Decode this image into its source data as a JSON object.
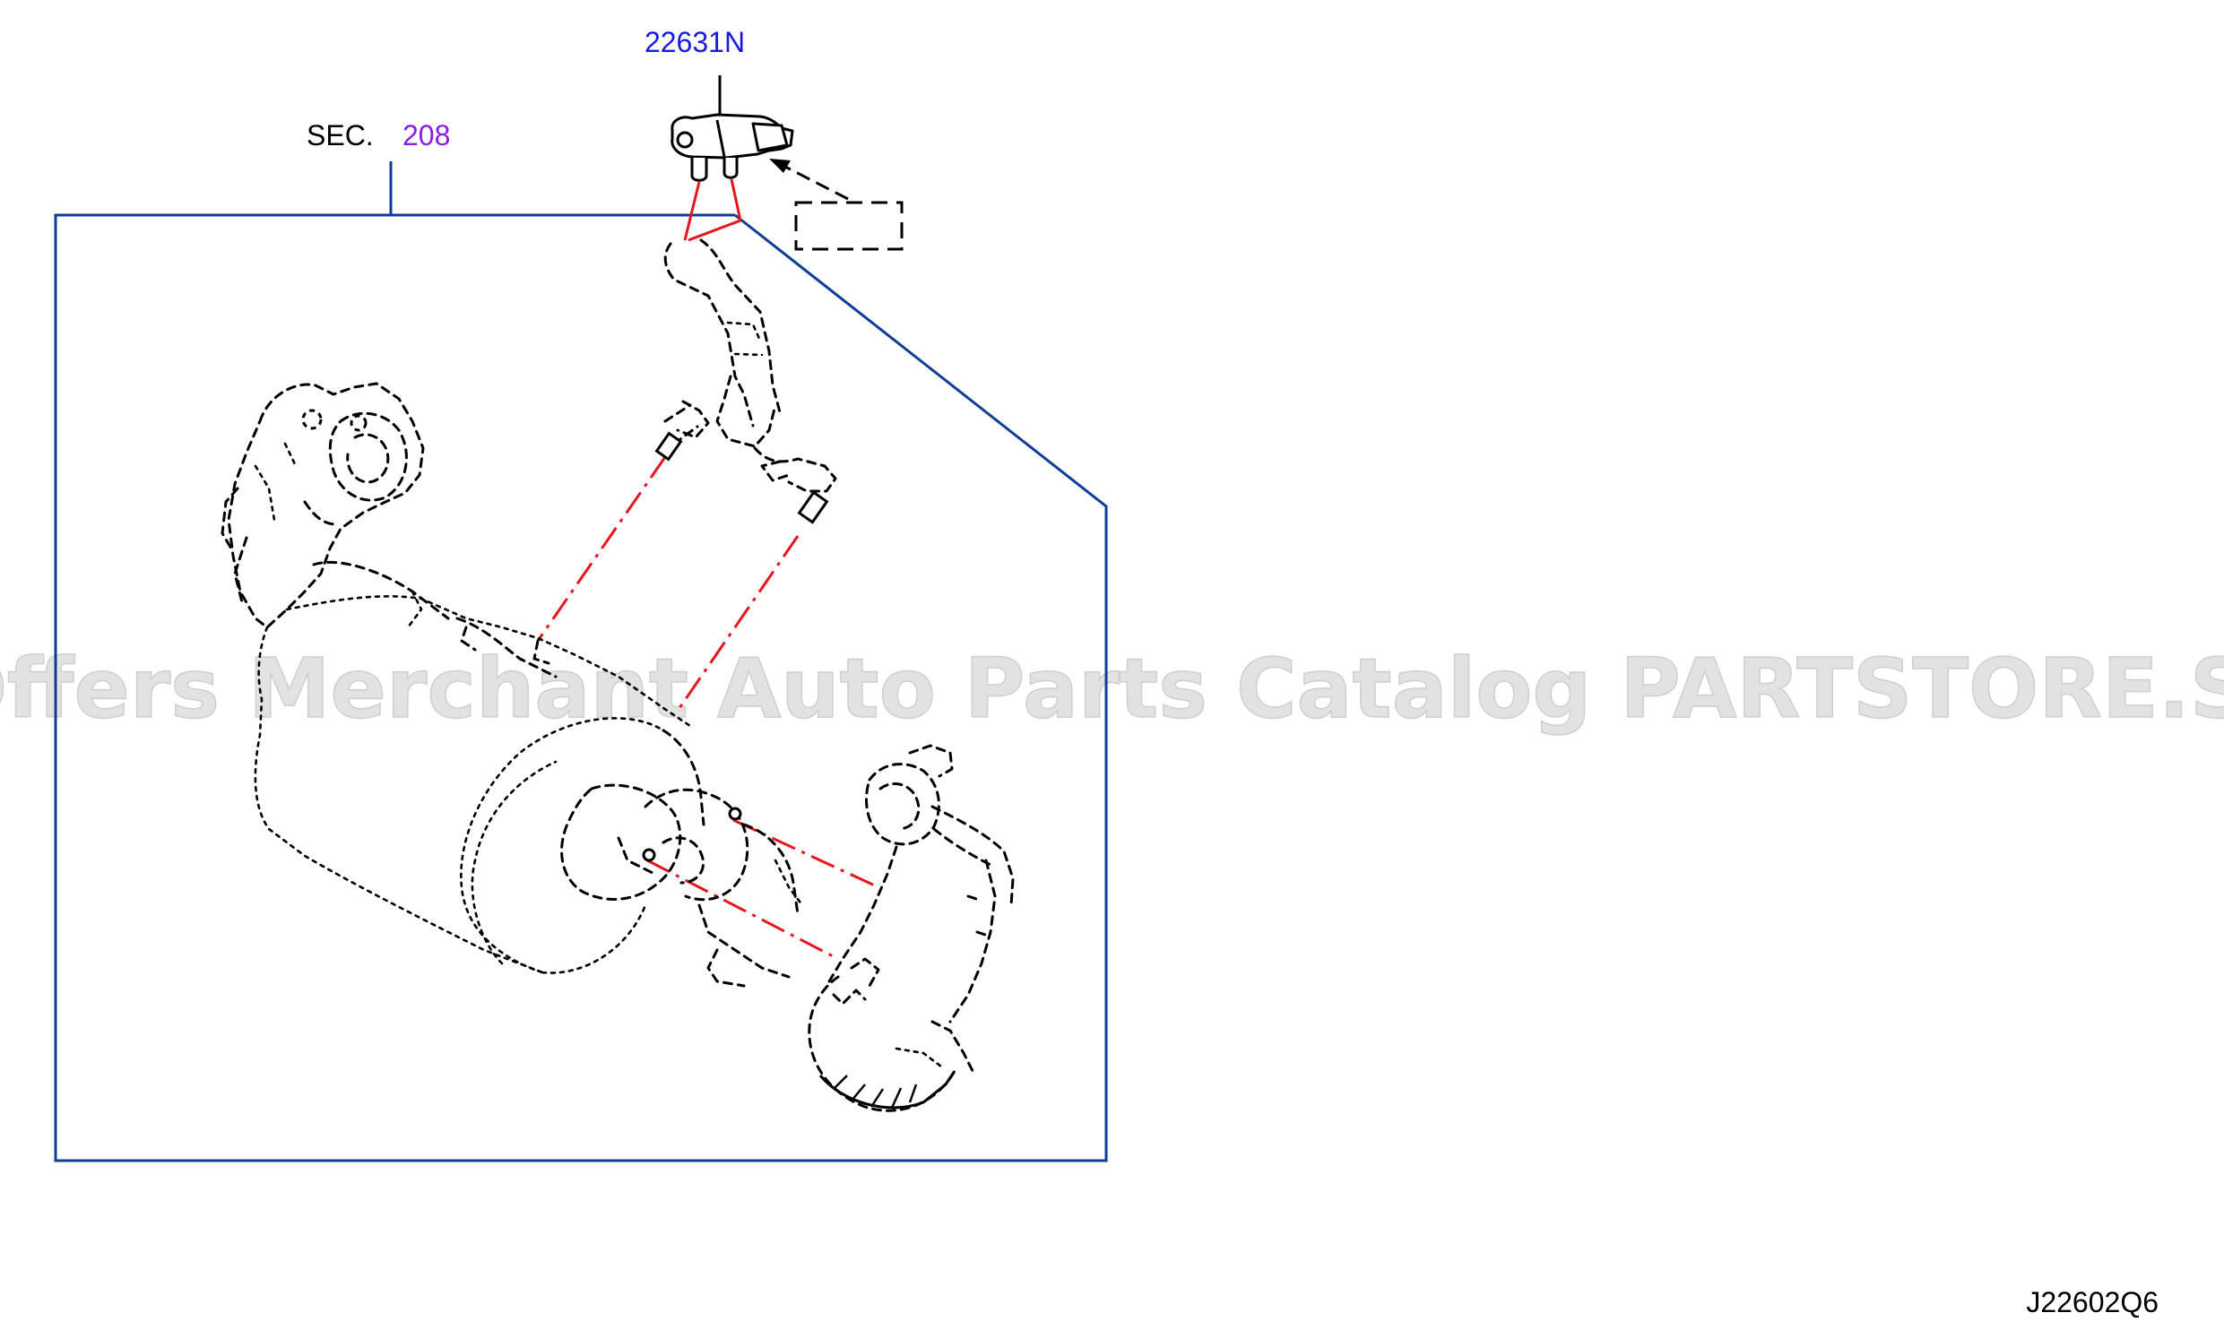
{
  "labels": {
    "part_number": "22631N",
    "section_prefix": "SEC.",
    "section_number": "208",
    "drawing_id": "J22602Q6"
  },
  "watermark": "Offers Merchant Auto Parts Catalog PARTSTORE.SA",
  "colors": {
    "part_number": "#1a1adf",
    "section_number": "#8a1ee0",
    "frame": "#0d3c99",
    "connector_lines": "#e8141c"
  }
}
